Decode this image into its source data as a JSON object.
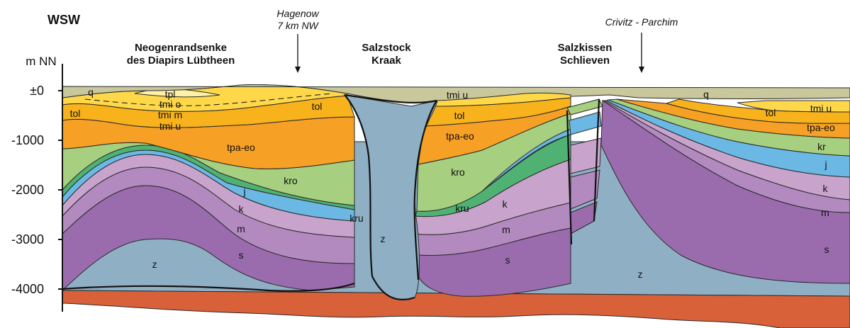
{
  "direction_label": "WSW",
  "unit_label": "m NN",
  "y_axis_ticks": [
    "±0",
    "-1000",
    "-2000",
    "-3000",
    "-4000"
  ],
  "locations": [
    {
      "name": "Hagenow",
      "detail": "7 km NW"
    },
    {
      "name": "Crivitz - Parchim",
      "detail": ""
    }
  ],
  "structures": [
    {
      "line1": "Neogenrandsenke",
      "line2": "des Diapirs Lübtheen"
    },
    {
      "line1": "Salzstock",
      "line2": "Kraak"
    },
    {
      "line1": "Salzkissen",
      "line2": "Schlieven"
    }
  ],
  "layer_labels": {
    "q_left": "q",
    "tpl": "tpl",
    "tmio": "tmi o",
    "tmim": "tmi m",
    "tmiu_left": "tmi u",
    "tol_left": "tol",
    "tol_mid": "tol",
    "tpaeo_left": "tpa-eo",
    "kro_left": "kro",
    "j_left": "j",
    "kru_left": "kru",
    "k_left": "k",
    "m_left": "m",
    "s_left": "s",
    "z_left": "z",
    "z_stock": "z",
    "tmiu_center": "tmi u",
    "tol_center": "tol",
    "tpaeo_center": "tpa-eo",
    "kro_center": "kro",
    "kru_center": "kru",
    "k_center": "k",
    "m_center": "m",
    "s_center": "s",
    "q_right": "q",
    "tol_right": "tol",
    "tmiu_right": "tmi u",
    "tpaeo_right": "tpa-eo",
    "kr_right": "kr",
    "j_right": "j",
    "k_right": "k",
    "m_right": "m",
    "s_right": "s",
    "z_right": "z"
  },
  "colors": {
    "q": "#c9c79c",
    "tpl": "#fff2a8",
    "tmi": "#ffd84a",
    "tol": "#f8b21c",
    "tpaeo": "#f6a025",
    "kro": "#a6cf7f",
    "kru": "#4fb273",
    "j": "#6bb8e4",
    "k": "#c8a4cd",
    "m": "#b28ac0",
    "s": "#9a6cae",
    "z": "#8fb0c4",
    "basement": "#d8613a"
  }
}
